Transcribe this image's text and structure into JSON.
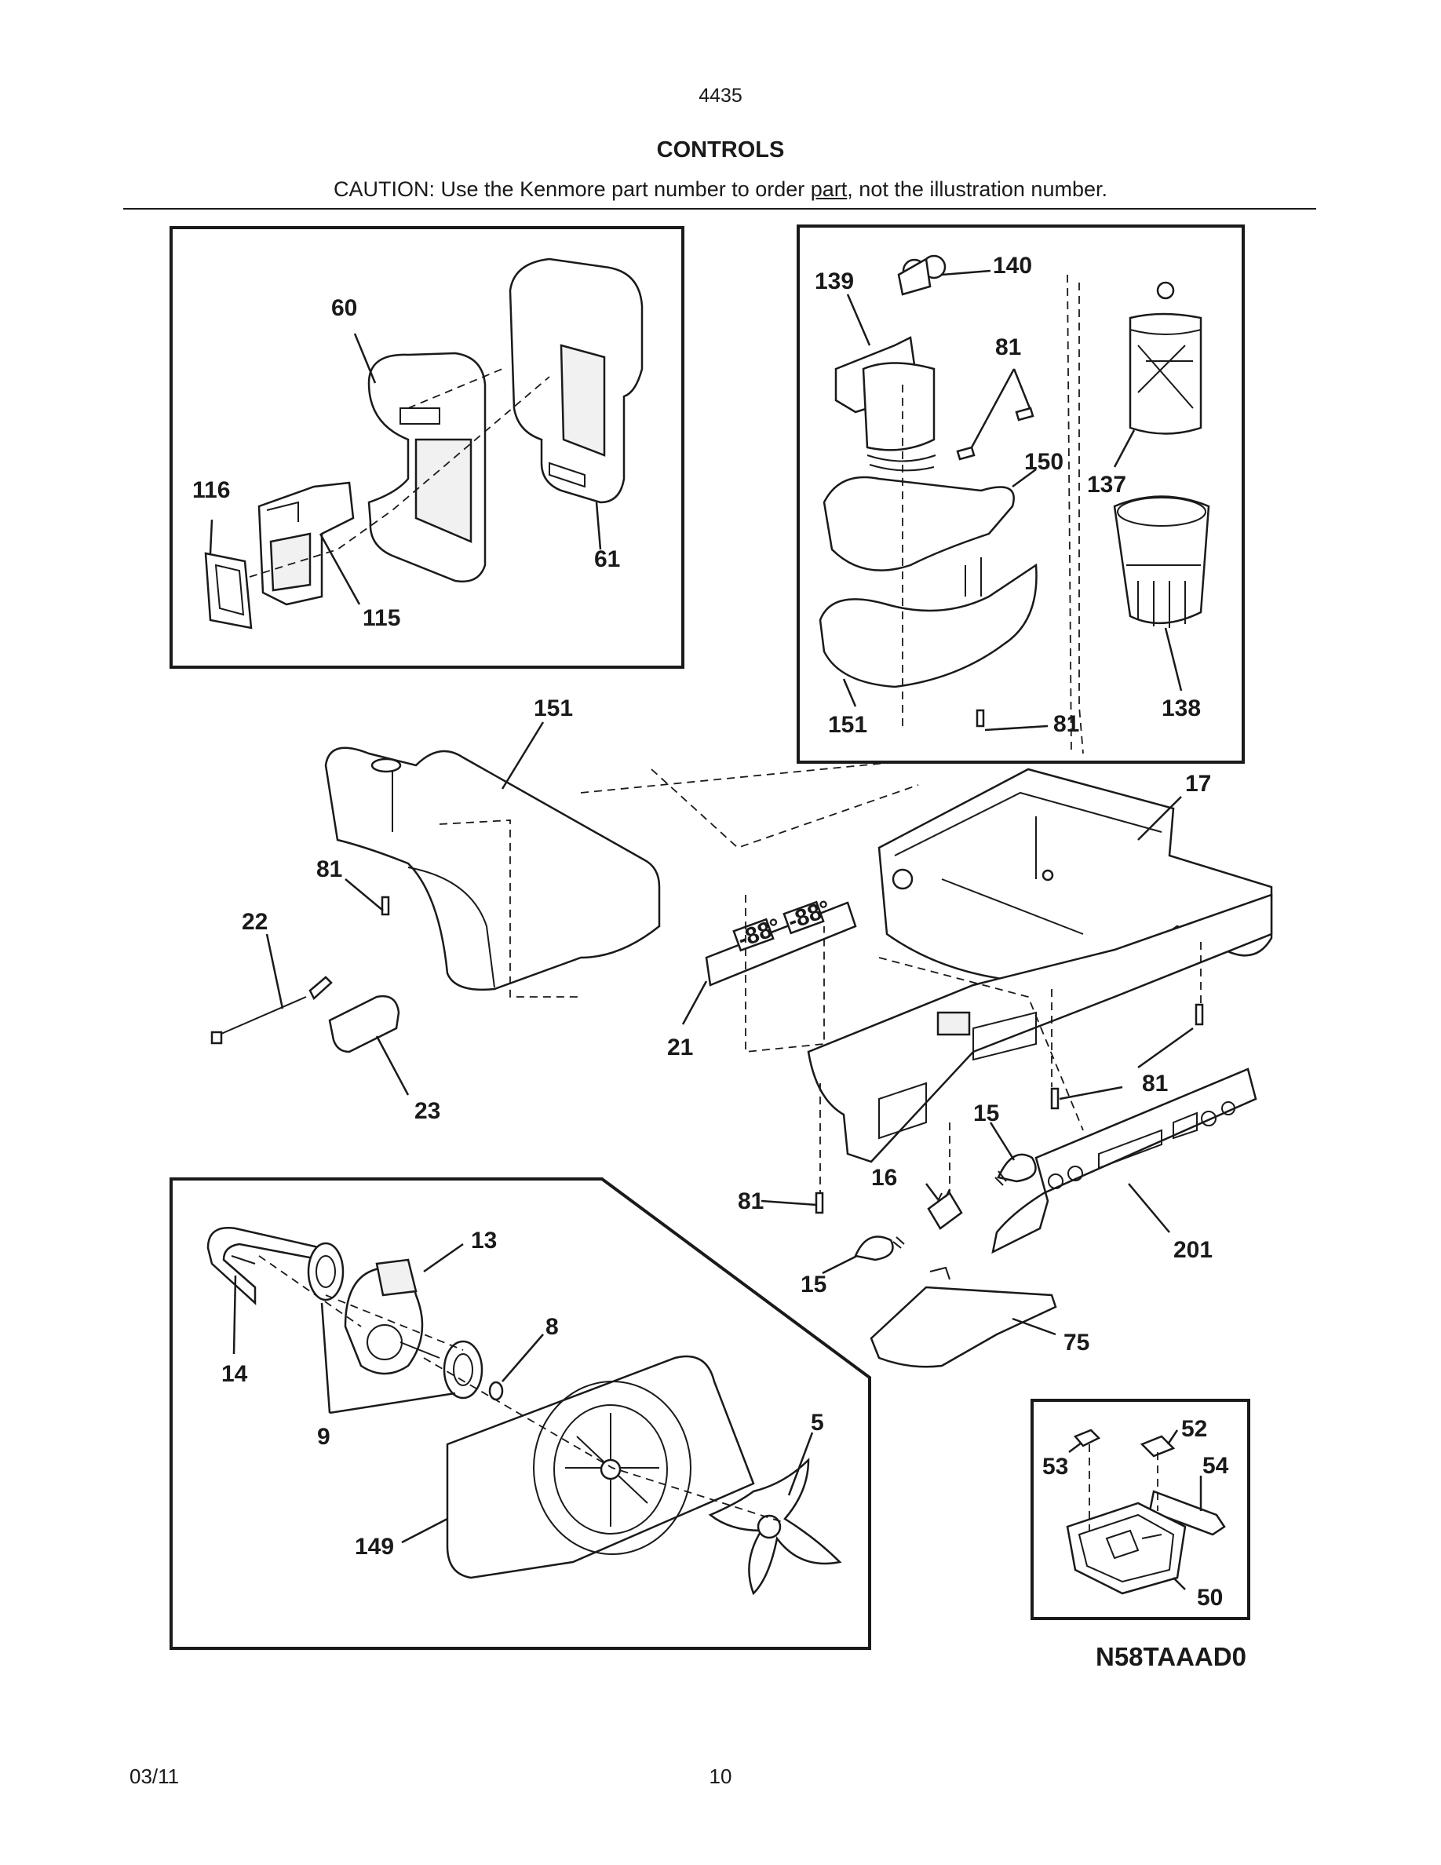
{
  "header": {
    "page_number": "4435",
    "title": "CONTROLS",
    "caution_before": "CAUTION: Use the Kenmore part number to order ",
    "caution_link": "part",
    "caution_after": ", not the illustration number."
  },
  "callouts": {
    "c60": "60",
    "c61": "61",
    "c116": "116",
    "c115": "115",
    "c139": "139",
    "c140": "140",
    "c81_filter_top": "81",
    "c150": "150",
    "c137": "137",
    "c138": "138",
    "c151_filter": "151",
    "c81_filter_bottom": "81",
    "c151_duct": "151",
    "c17": "17",
    "c81_duct": "81",
    "c22": "22",
    "c23": "23",
    "c21": "21",
    "c81_housing_right": "81",
    "c81_housing_left": "81",
    "c15_upper": "15",
    "c16": "16",
    "c81_lower": "81",
    "c15_lower": "15",
    "c201": "201",
    "c75": "75",
    "c13": "13",
    "c14": "14",
    "c8": "8",
    "c9": "9",
    "c5": "5",
    "c149": "149",
    "c52": "52",
    "c53": "53",
    "c54": "54",
    "c50": "50"
  },
  "display_readout": "-88°",
  "diagram_code": "N58TAAAD0",
  "footer": {
    "date": "03/11",
    "page": "10"
  }
}
